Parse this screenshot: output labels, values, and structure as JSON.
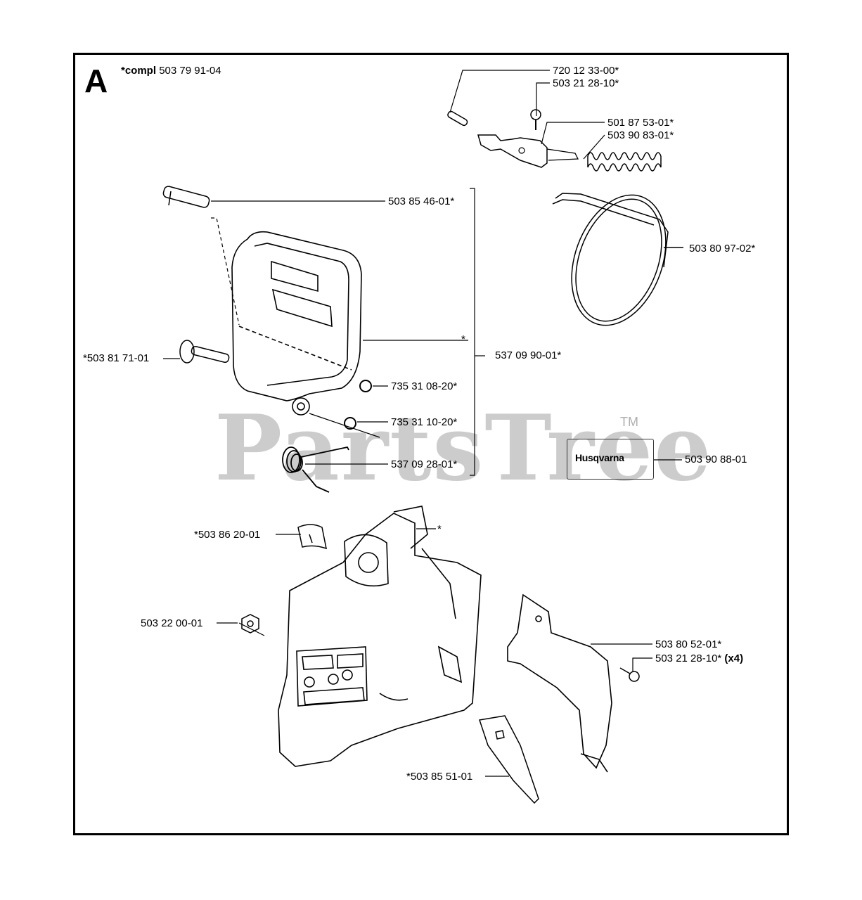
{
  "section_letter": "A",
  "compl_prefix": "*compl",
  "compl_number": "503 79 91-04",
  "watermark": "PartsTree",
  "watermark_tm": "TM",
  "decal_brand": "Husqvarna",
  "parts": [
    {
      "id": "p1",
      "text": "720 12 33-00*"
    },
    {
      "id": "p2",
      "text": "503 21 28-10*"
    },
    {
      "id": "p3",
      "text": "501 87 53-01*"
    },
    {
      "id": "p4",
      "text": "503 90 83-01*"
    },
    {
      "id": "p5",
      "text": "503 85 46-01*"
    },
    {
      "id": "p6",
      "text": "503 80 97-02*"
    },
    {
      "id": "p7",
      "text": "*"
    },
    {
      "id": "p8",
      "text": "537 09 90-01*"
    },
    {
      "id": "p9",
      "text": "*503 81 71-01"
    },
    {
      "id": "p10",
      "text": "735 31 08-20*"
    },
    {
      "id": "p11",
      "text": "735 31 10-20*"
    },
    {
      "id": "p12",
      "text": "537 09 28-01*"
    },
    {
      "id": "p13",
      "text": "503 90 88-01"
    },
    {
      "id": "p14",
      "text": "*503 86 20-01"
    },
    {
      "id": "p15",
      "text": "*"
    },
    {
      "id": "p16",
      "text": "503 22 00-01"
    },
    {
      "id": "p17",
      "text": "503 80 52-01*"
    },
    {
      "id": "p18",
      "text": "503 21 28-10*",
      "suffix": "(x4)"
    },
    {
      "id": "p19",
      "text": "*503 85 51-01"
    }
  ]
}
